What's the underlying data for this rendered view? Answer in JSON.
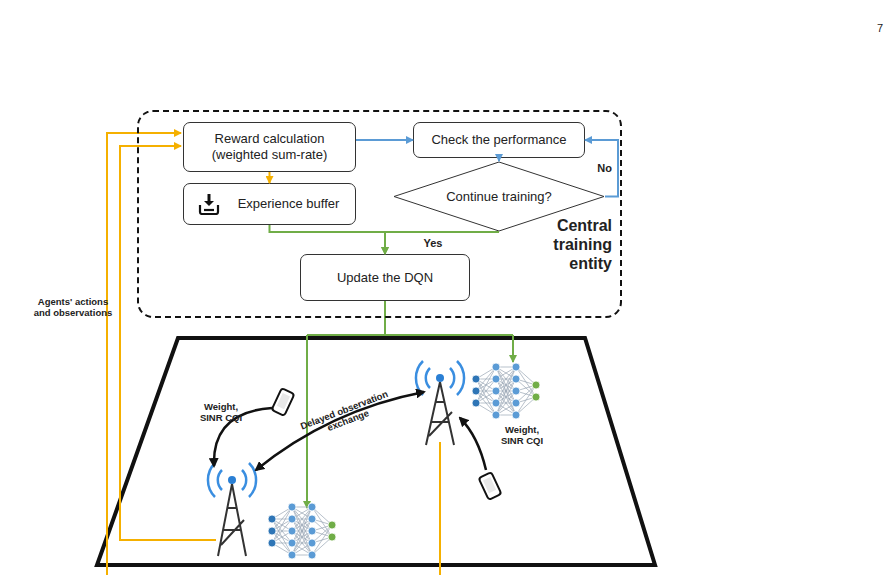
{
  "diagram": {
    "nodes": [
      {
        "text": [
          "Central training entity"
        ]
      },
      {
        "text": [
          "Reward calculation (weighted sum-rate)"
        ],
        "in": 0
      },
      {
        "text": [
          "Check the performance"
        ],
        "in": 0
      },
      {
        "text": [
          "Experience buffer"
        ],
        "in": 0
      },
      {
        "text": [
          "Continue training?"
        ],
        "in": 0
      },
      {
        "text": [
          "Update the DQN"
        ],
        "in": 0
      }
    ],
    "edges": [
      {
        "from": 1,
        "to": 2,
        "arrow": "to"
      },
      {
        "from": 1,
        "to": 3,
        "arrow": "to"
      },
      {
        "from": 2,
        "to": 4,
        "arrow": "to"
      },
      {
        "from": 4,
        "to": 2,
        "arrow": "to",
        "label": "No"
      },
      {
        "from": 3,
        "to": 5,
        "arrow": "to"
      },
      {
        "from": 4,
        "to": 5,
        "arrow": "to",
        "label": "Yes"
      }
    ],
    "labels": [
      "7",
      "Agents' actions and observations",
      "Weight, SINR CQI",
      "Weight, SINR CQI",
      "Delayed observation exchange"
    ]
  }
}
